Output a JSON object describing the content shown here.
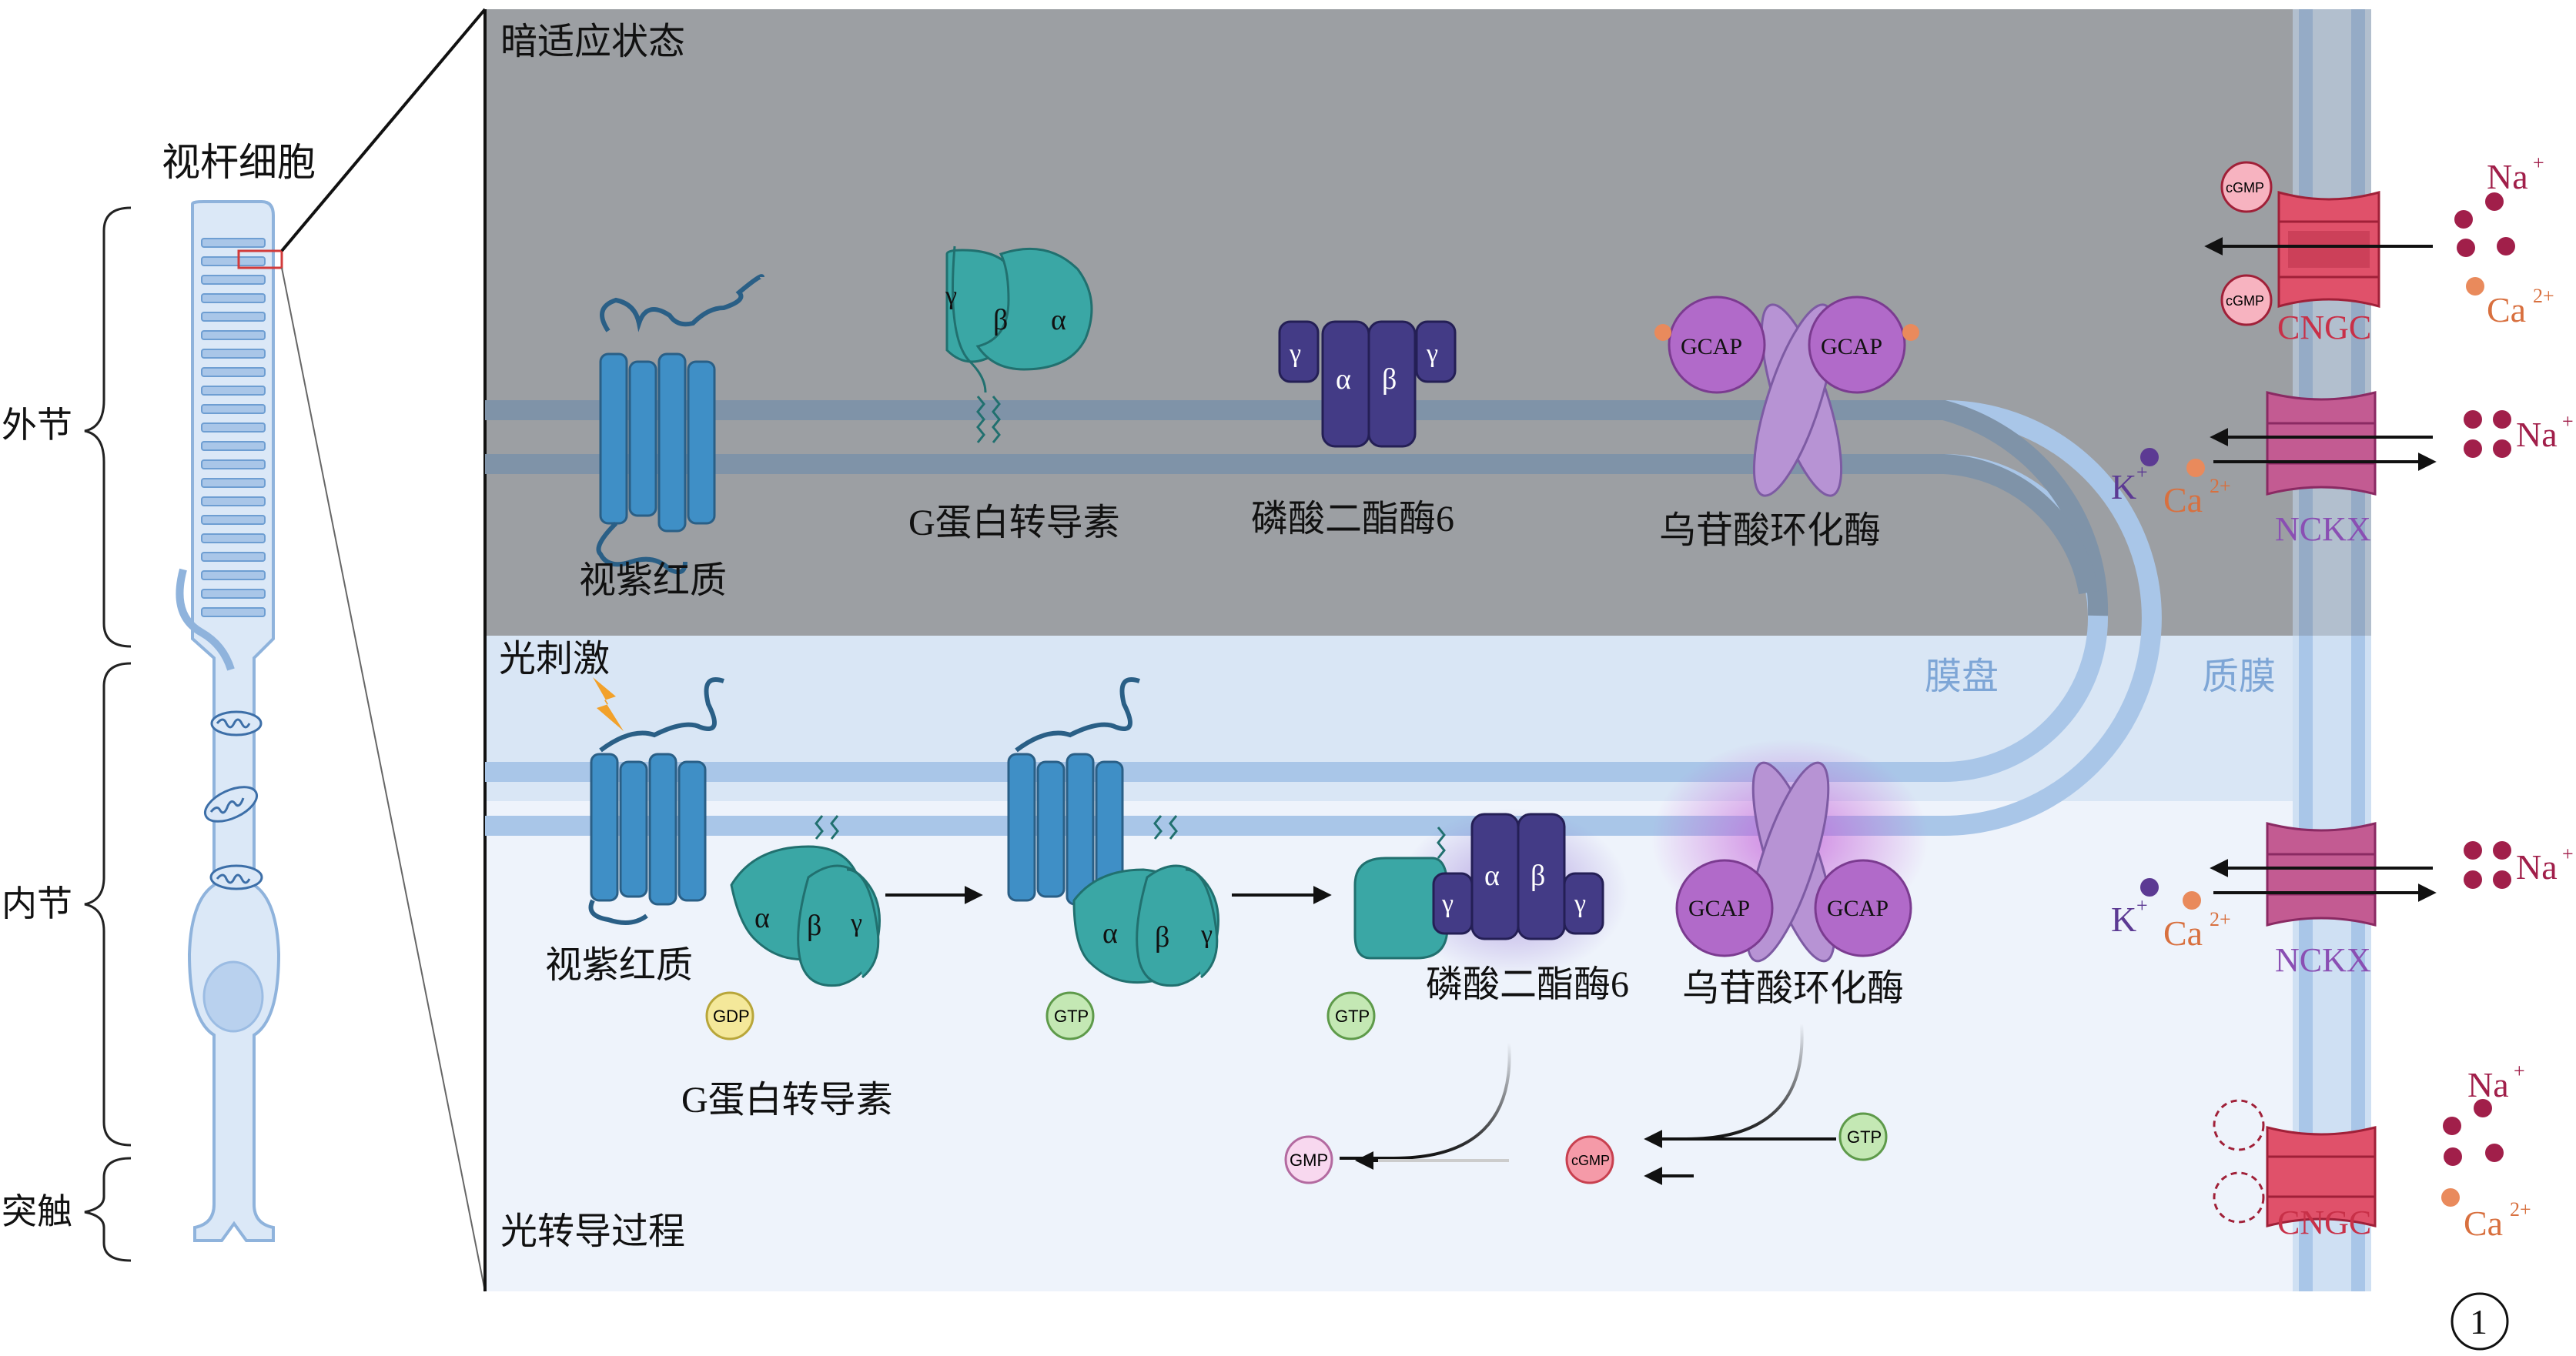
{
  "left_panel": {
    "cell_title": "视杆细胞",
    "outer_segment": "外节",
    "inner_segment": "内节",
    "synapse": "突触"
  },
  "dark_panel": {
    "title": "暗适应状态",
    "rhodopsin": "视紫红质",
    "transducin": "G蛋白转导素",
    "pde": "磷酸二酯酶6",
    "gc": "乌苷酸环化酶",
    "gcap": "GCAP",
    "cngc": "CNGC",
    "nckx": "NCKX",
    "cgmp": "cGMP",
    "na": "Na",
    "k": "K",
    "ca": "Ca",
    "na_charge": "+",
    "k_charge": "+",
    "ca_charge": "2+"
  },
  "light_panel": {
    "title": "光刺激",
    "process": "光转导过程",
    "disc_membrane": "膜盘",
    "plasma_membrane": "质膜",
    "rhodopsin": "视紫红质",
    "transducin": "G蛋白转导素",
    "pde": "磷酸二酯酶6",
    "gc": "乌苷酸环化酶",
    "gdp": "GDP",
    "gtp": "GTP",
    "gmp": "GMP",
    "cgmp": "cGMP",
    "alpha": "α",
    "beta": "β",
    "gamma": "γ"
  },
  "figure_number": "1",
  "colors": {
    "dark_bg": "#9c9fa3",
    "light_bg": "#d9e6f5",
    "light_bg2": "#eef3fb",
    "membrane": "#a9c6e8",
    "rhodopsin": "#3f8fc6",
    "transducin": "#3aa7a5",
    "pde": "#433b86",
    "gc": "#b793d4",
    "gcap": "#b16ac9",
    "cngc": "#e0516a",
    "nckx": "#c35b92",
    "na": "#a11f4a",
    "ca": "#e98a5c",
    "k": "#5c3a93"
  }
}
